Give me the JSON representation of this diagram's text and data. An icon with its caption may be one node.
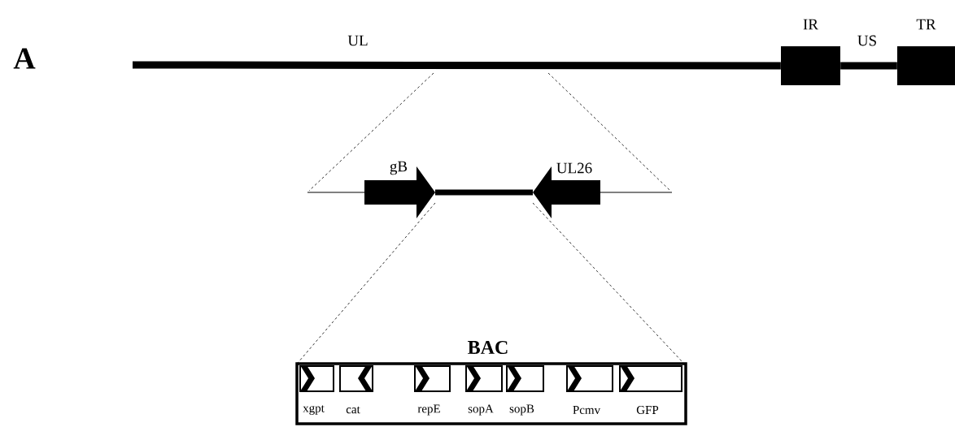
{
  "diagram": {
    "nodes": [
      {
        "text": [
          "IR"
        ]
      },
      {
        "text": [
          "TR"
        ]
      },
      {
        "text": [
          "gB"
        ]
      },
      {
        "text": [
          "UL26"
        ]
      },
      {
        "text": [
          "BAC"
        ]
      },
      {
        "text": [
          "xgpt"
        ],
        "in": 4
      },
      {
        "text": [
          "cat"
        ],
        "in": 4
      },
      {
        "text": [
          "repE"
        ],
        "in": 4
      },
      {
        "text": [
          "sopA"
        ],
        "in": 4
      },
      {
        "text": [
          "sopB"
        ],
        "in": 4
      },
      {
        "text": [
          "Pcmv"
        ],
        "in": 4
      },
      {
        "text": [
          "GFP"
        ],
        "in": 4
      }
    ],
    "edges": [
      {
        "from": null,
        "to": 0,
        "arrow": "none",
        "style": "thick"
      },
      {
        "from": 0,
        "to": 1,
        "arrow": "none",
        "style": "thick"
      },
      {
        "from": null,
        "to": 2,
        "arrow": "none"
      },
      {
        "from": 3,
        "to": null,
        "arrow": "none"
      },
      {
        "from": 2,
        "to": 3,
        "arrow": "none",
        "style": "thick"
      },
      {
        "from": 2,
        "to": 4,
        "arrow": "none",
        "style": "dashed"
      },
      {
        "from": 3,
        "to": 4,
        "arrow": "none",
        "style": "dashed"
      }
    ],
    "labels": [
      "A",
      "UL",
      "US"
    ]
  }
}
